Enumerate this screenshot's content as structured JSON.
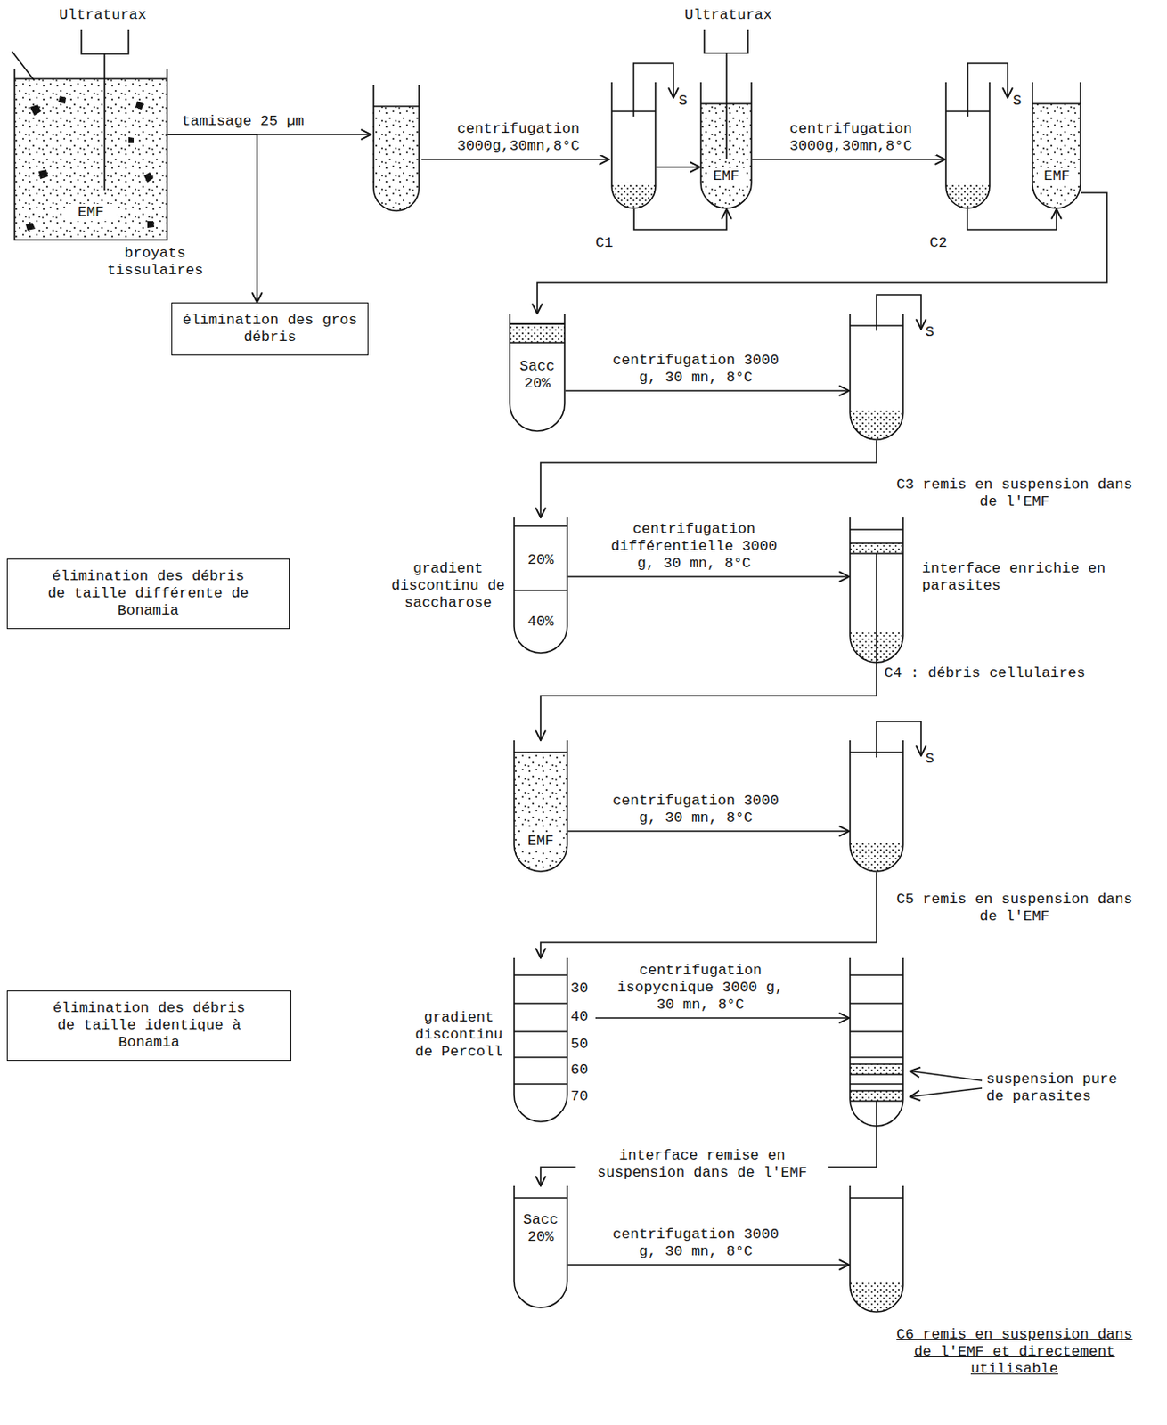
{
  "diagram": {
    "nodes": [
      {
        "text": [
          "EMF",
          "broyats tissulaires"
        ]
      },
      {
        "text": [
          "élimination des gros débris"
        ]
      },
      {
        "text": [
          "S",
          "C1"
        ]
      },
      {
        "text": [
          "EMF"
        ]
      },
      {
        "text": [
          "S",
          "C2"
        ]
      },
      {
        "text": [
          "EMF"
        ]
      },
      {
        "text": [
          "Sacc 20%"
        ]
      },
      {
        "text": [
          "S",
          "C3 remis en suspension dans de l'EMF"
        ]
      },
      {
        "text": [
          "élimination des débris de taille différente de Bonamia"
        ]
      },
      {
        "text": [
          "gradient discontinu de saccharose",
          "20%",
          "40%"
        ]
      },
      {
        "text": [
          "interface enrichie en parasites",
          "C4 : débris cellulaires"
        ]
      },
      {
        "text": [
          "EMF"
        ]
      },
      {
        "text": [
          "S",
          "C5 remis en suspension dans de l'EMF"
        ]
      },
      {
        "text": [
          "élimination des débris de taille identique à Bonamia"
        ]
      },
      {
        "text": [
          "gradient discontinu de Percoll",
          "30",
          "40",
          "50",
          "60",
          "70"
        ]
      },
      {
        "text": [
          "suspension pure de parasites"
        ]
      },
      {
        "text": [
          "Sacc 20%"
        ]
      },
      {
        "text": [
          "C6 remis en suspension dans de l'EMF et directement utilisable"
        ]
      }
    ],
    "edges": [
      {
        "from": 0,
        "to": 1,
        "arrow": "to"
      },
      {
        "from": 2,
        "to": 3,
        "arrow": "to"
      },
      {
        "from": 2,
        "to": 3,
        "arrow": "to"
      },
      {
        "from": 3,
        "to": 4,
        "label": "centrifugation 3000g,30mn,8°C",
        "arrow": "to"
      },
      {
        "from": 4,
        "to": 5,
        "arrow": "to"
      },
      {
        "from": 5,
        "to": 6,
        "arrow": "to"
      },
      {
        "from": 6,
        "to": 7,
        "label": "centrifugation 3000 g, 30 mn, 8°C",
        "arrow": "to"
      },
      {
        "from": 7,
        "to": 9,
        "arrow": "to"
      },
      {
        "from": 9,
        "to": 10,
        "label": "centrifugation différentielle 3000 g, 30 mn, 8°C",
        "arrow": "to"
      },
      {
        "from": 10,
        "to": 11,
        "arrow": "to"
      },
      {
        "from": 11,
        "to": 12,
        "label": "centrifugation 3000 g, 30 mn, 8°C",
        "arrow": "to"
      },
      {
        "from": 12,
        "to": 14,
        "arrow": "to"
      },
      {
        "from": 14,
        "to": 15,
        "label": "centrifugation isopycnique 3000 g, 30 mn, 8°C",
        "arrow": "to"
      },
      {
        "from": 15,
        "to": 16,
        "label": "interface remise en suspension dans de l'EMF",
        "arrow": "to"
      },
      {
        "from": 16,
        "to": 17,
        "label": "centrifugation 3000 g, 30 mn, 8°C",
        "arrow": "to"
      }
    ],
    "labels": [
      "Ultraturax",
      "Ultraturax",
      "tamisage 25 µm",
      "centrifugation 3000g,30mn,8°C"
    ]
  }
}
